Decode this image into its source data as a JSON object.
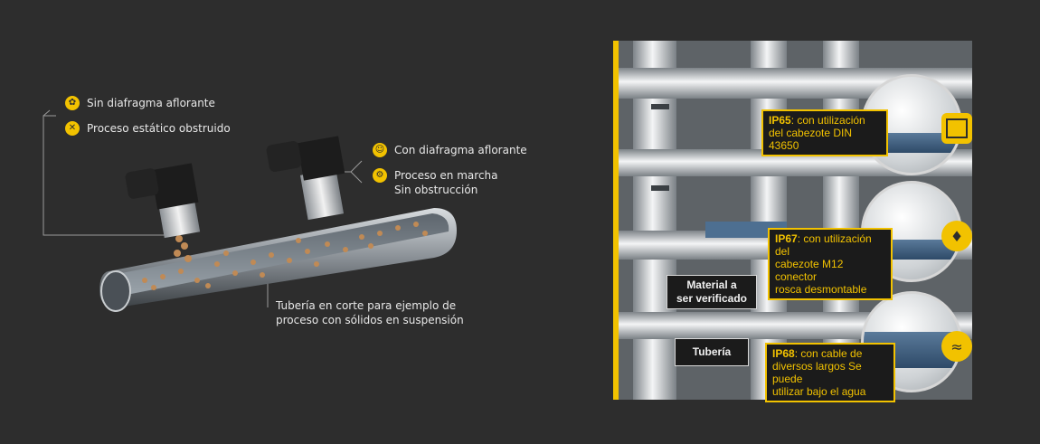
{
  "left": {
    "legend_top": [
      {
        "icon": "flush-diaphragm-icon",
        "label": "Sin diafragma aflorante"
      },
      {
        "icon": "cross-icon",
        "label": "Proceso estático obstruido"
      }
    ],
    "legend_right": [
      {
        "icon": "flush-diaphragm-icon",
        "label": "Con diafragma aflorante"
      },
      {
        "icon": "gears-icon",
        "label": "Proceso en marcha",
        "label2": "Sin obstrucción"
      }
    ],
    "caption": [
      "Tubería en corte para ejemplo de",
      "proceso con sólidos en suspensión"
    ]
  },
  "right": {
    "ip65": {
      "code": "IP65",
      "text1": ": con utilización",
      "text2": "del cabezote DIN 43650"
    },
    "ip67": {
      "code": "IP67",
      "text1": ": con utilización del",
      "text2": "cabezote M12 conector",
      "text3": "rosca desmontable"
    },
    "ip68": {
      "code": "IP68",
      "text1": ":  con cable de",
      "text2": "diversos largos Se puede",
      "text3": "utilizar bajo el agua"
    },
    "material_label": [
      "Material a",
      "ser verificado"
    ],
    "pipe_label": "Tubería"
  },
  "colors": {
    "accent": "#f2c200",
    "background": "#2d2d2d"
  }
}
